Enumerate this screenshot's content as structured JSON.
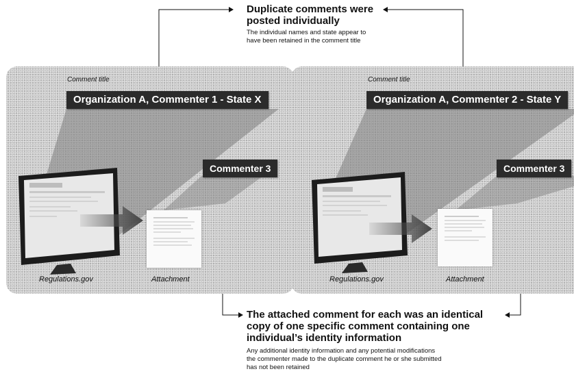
{
  "top_note": {
    "heading": "Duplicate comments were posted individually",
    "heading_line1": "Duplicate comments were",
    "heading_line2": "posted individually",
    "body_line1": "The individual names and state appear to",
    "body_line2": "have been retained in the comment title"
  },
  "left_panel": {
    "comment_title_label": "Comment title",
    "title_box": "Organization A, Commenter 1 - State X",
    "commenter_box": "Commenter 3",
    "site_caption": "Regulations.gov",
    "attachment_caption": "Attachment"
  },
  "right_panel": {
    "comment_title_label": "Comment title",
    "title_box": "Organization A, Commenter 2 - State Y",
    "commenter_box": "Commenter 3",
    "site_caption": "Regulations.gov",
    "attachment_caption": "Attachment"
  },
  "bottom_note": {
    "heading_line1": "The attached comment for each was an identical",
    "heading_line2": "copy of one specific comment containing one",
    "heading_line3": "individual’s identity information",
    "body_line1": "Any additional identity information and any potential modifications",
    "body_line2": "the commenter made to the duplicate comment he or she submitted",
    "body_line3": "has not been retained"
  },
  "colors": {
    "panel": "#c9c9c9",
    "label_box": "#2b2b2b",
    "beam": "#8a8a8a",
    "arrow": "#555555"
  }
}
